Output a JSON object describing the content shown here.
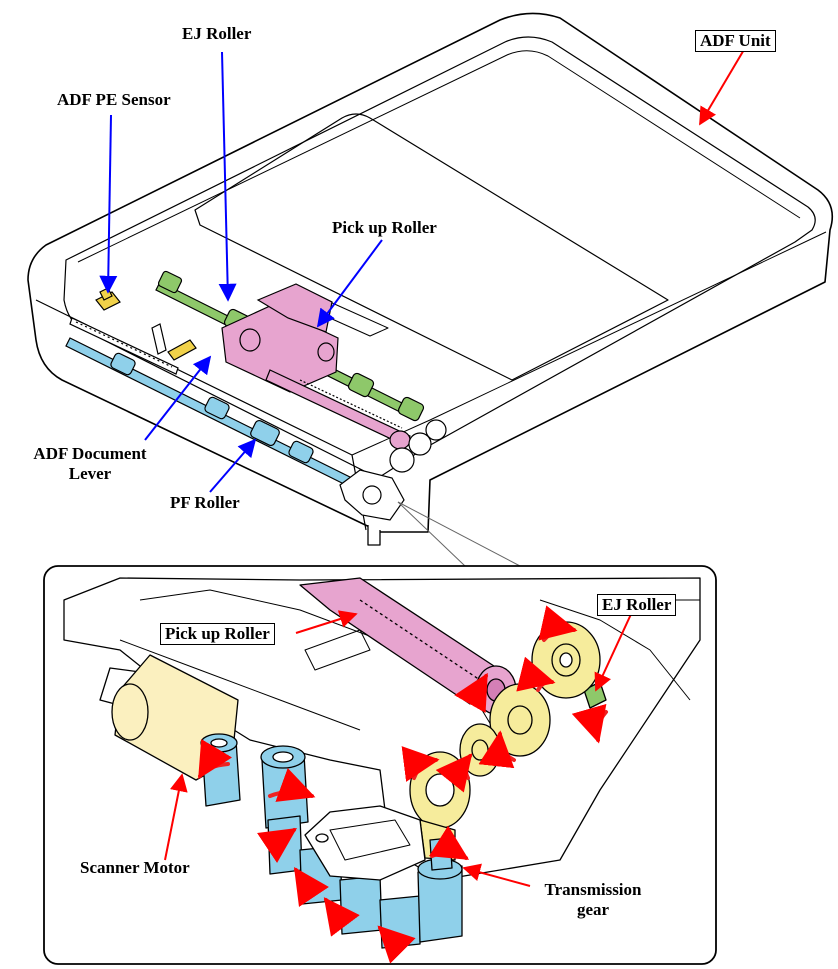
{
  "labels": {
    "adf_unit": "ADF Unit",
    "ej_roller_top": "EJ Roller",
    "adf_pe_sensor": "ADF PE Sensor",
    "pickup_roller_top": "Pick up Roller",
    "adf_document_lever_line1": "ADF Document",
    "adf_document_lever_line2": "Lever",
    "pf_roller": "PF Roller",
    "pickup_roller_detail": "Pick up Roller",
    "ej_roller_detail": "EJ Roller",
    "scanner_motor": "Scanner Motor",
    "transmission_gear_line1": "Transmission",
    "transmission_gear_line2": "gear"
  },
  "colors": {
    "leader_blue": "#0000ff",
    "leader_red": "#ff0000",
    "motion_arrow_red": "#ee2222",
    "pickup_magenta": "#e7a4cf",
    "ej_green": "#8ec86a",
    "pf_blue": "#8fd0ea",
    "gear_yellow": "#f6ec9c",
    "motor_cream": "#fbf0bf",
    "sensor_yellow": "#f1d24a"
  }
}
